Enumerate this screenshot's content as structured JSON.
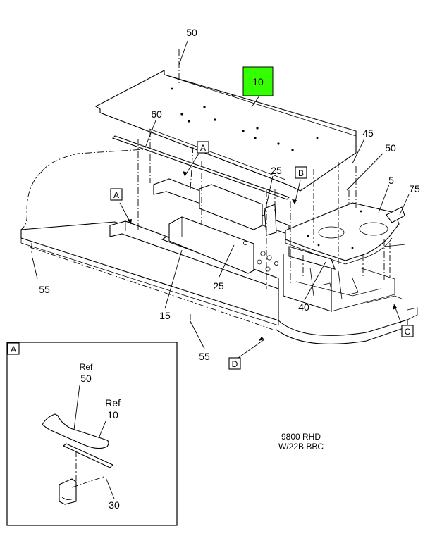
{
  "callouts": {
    "c10": "10",
    "c50_top": "50",
    "c60": "60",
    "c45": "45",
    "c50_right": "50",
    "c25_top": "25",
    "c5": "5",
    "c75": "75",
    "c55_left": "55",
    "c25_mid": "25",
    "c15": "15",
    "c40": "40",
    "c55_bottom": "55"
  },
  "view_letters": {
    "a_top": "A",
    "a_left": "A",
    "b": "B",
    "c": "C",
    "d": "D"
  },
  "detail": {
    "letter": "A",
    "ref_top": "Ref",
    "ref_top_num": "50",
    "ref_right": "Ref",
    "ref_right_num": "10",
    "part_num": "30"
  },
  "model_note": {
    "line1": "9800 RHD",
    "line2": "W/22B BBC"
  },
  "colors": {
    "highlight": "#33ff00"
  }
}
